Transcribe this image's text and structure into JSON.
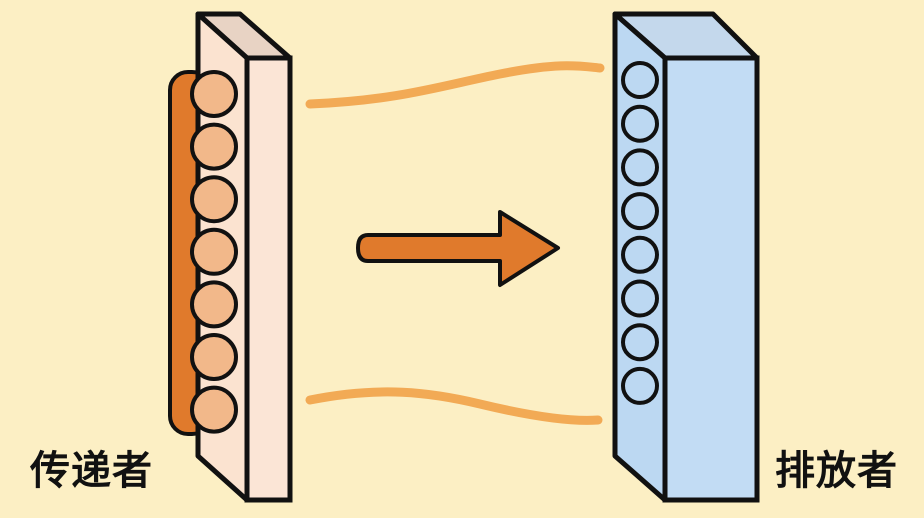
{
  "labels": {
    "transmitter": "传递者",
    "emitter": "排放者"
  },
  "colors": {
    "background": "#fcefc4",
    "orange": "#e07a2c",
    "wave": "#f2aa55",
    "left_slab": "#fbe3d0",
    "left_circles": "#f2b88a",
    "right_slab": "#bcd8f2"
  },
  "left_circle_count": 7,
  "right_circle_count": 8
}
